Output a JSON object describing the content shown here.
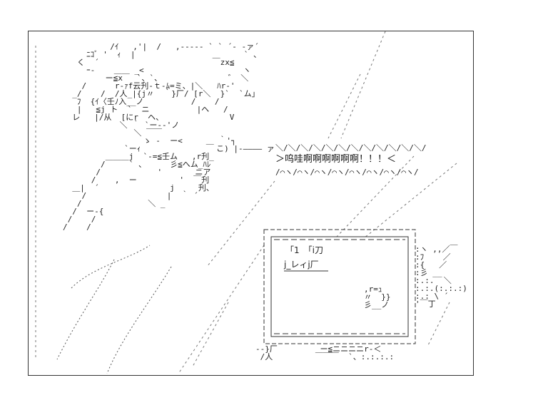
{
  "art": {
    "shout": "＞呜哇啊啊啊啊啊啊！！！＜",
    "wave_top": "＼/＼/＼/＼/＼/＼/＼/＼/＼/＼/＼/＼/",
    "wave_bottom": "/⌒ヽ/⌒ヽ/⌒ヽ/⌒ヽ/⌒ヽ/⌒ヽ/⌒ヽ/⌒ヽ/",
    "screen_line1": "「1　「i刀",
    "screen_line2": "j_レィj厂",
    "head_lines": [
      "          /ｲ   ,'|  /   ,----- ` ` ´- -ァ´",
      "     ﾆｺﾞ '  ｨ  |                       ` 、",
      "   く  ´                        ￣zx≦",
      "     ｰ-    ＿＿ _<                     ヽ",
      "         ー≦x   `、`、              ゛ ＼",
      "    /      r-ｧf云刋-ｔ-ﾑ=ミ、|＼   ﾊr-'",
      "  _/    /  /人_|{j〃  ｀}厂/ [r＼  }`  `ム」",
      "   ﾌ  {ｲ〈壬ﾉ入__ノ          /    /",
      "   |   ≦j ト  `  ニ          |ヘ   /",
      "  レ   |/从  [にr  ヘ、              V",
      "            ＼ ｀ `ー--'ノ",
      "               ＼ ￣￣",
      "                 ゝ -  ー<     ＿ ｀'┐",
      "             `ーｨ                こ) |-―――― ァ",
      "         ＿＿＿j  `-=≦壬ム   ,r刋_",
      "        /     ` 、     彡≦へム_ﾊﾚ",
      "       /            '       ニア",
      "      /    ,  ー         '  ￣刋",
      "  ＿|  ´               j     刋、",
      "    /                 |  ｀ ´",
      "   /              ＼ _        ",
      "  /  ー-{                       ",
      " /    /                       ",
      "/    /                       "
    ],
    "right_lines": [
      ":ヽ ,,／￣",
      ":ﾌ    ／",
      ":{   ／",
      ":彡 __",
      ":.:.  ＼",
      ":.:.(:.:.:)",
      ":.: \\ ´",
      "'￣丁"
    ],
    "bottom_lines": [
      "--}厂         ー≦ニニニニr-＜",
      " /人         ￣￣￣  `、:.:.:.:"
    ],
    "screen_face": [
      ",r=ｭ",
      "〃  }}",
      "彡__ノ"
    ]
  }
}
